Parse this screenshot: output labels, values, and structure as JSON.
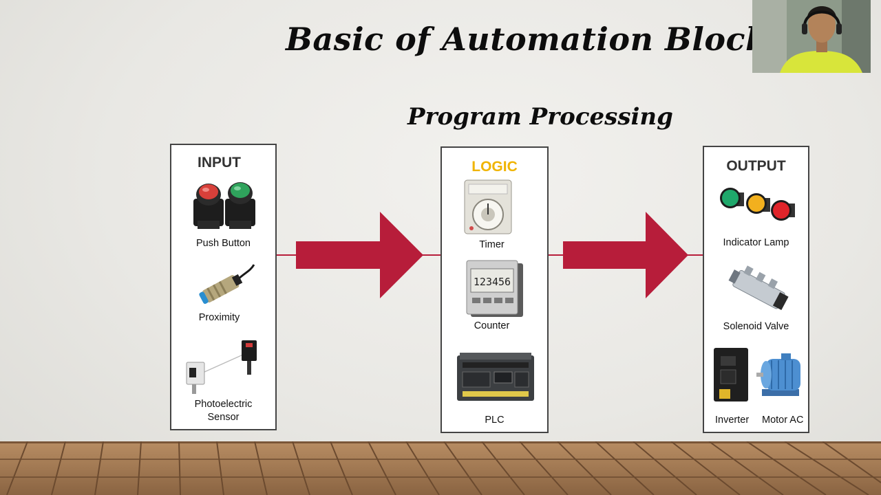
{
  "slide": {
    "title": "Basic of Automation Block",
    "subtitle": "Program Processing"
  },
  "input_block": {
    "heading": "INPUT",
    "items": [
      {
        "label": "Push Button",
        "icon": "push-button-icon"
      },
      {
        "label": "Proximity",
        "icon": "proximity-sensor-icon"
      },
      {
        "label_line1": "Photoelectric",
        "label_line2": "Sensor",
        "icon": "photoelectric-sensor-icon"
      }
    ]
  },
  "logic_block": {
    "heading": "LOGIC",
    "heading_color": "#f0b400",
    "items": [
      {
        "label": "Timer",
        "icon": "timer-icon"
      },
      {
        "label": "Counter",
        "icon": "counter-icon",
        "display_text": "123456"
      },
      {
        "label": "PLC",
        "icon": "plc-icon"
      }
    ]
  },
  "output_block": {
    "heading": "OUTPUT",
    "items": [
      {
        "label": "Indicator Lamp",
        "icon": "indicator-lamp-icon"
      },
      {
        "label": "Solenoid Valve",
        "icon": "solenoid-valve-icon"
      },
      {
        "label": "Inverter",
        "icon": "inverter-icon"
      },
      {
        "label": "Motor AC",
        "icon": "motor-ac-icon"
      }
    ]
  },
  "colors": {
    "arrow": "#b71d3a",
    "box_border": "#444444",
    "logic_heading": "#f0b400"
  }
}
